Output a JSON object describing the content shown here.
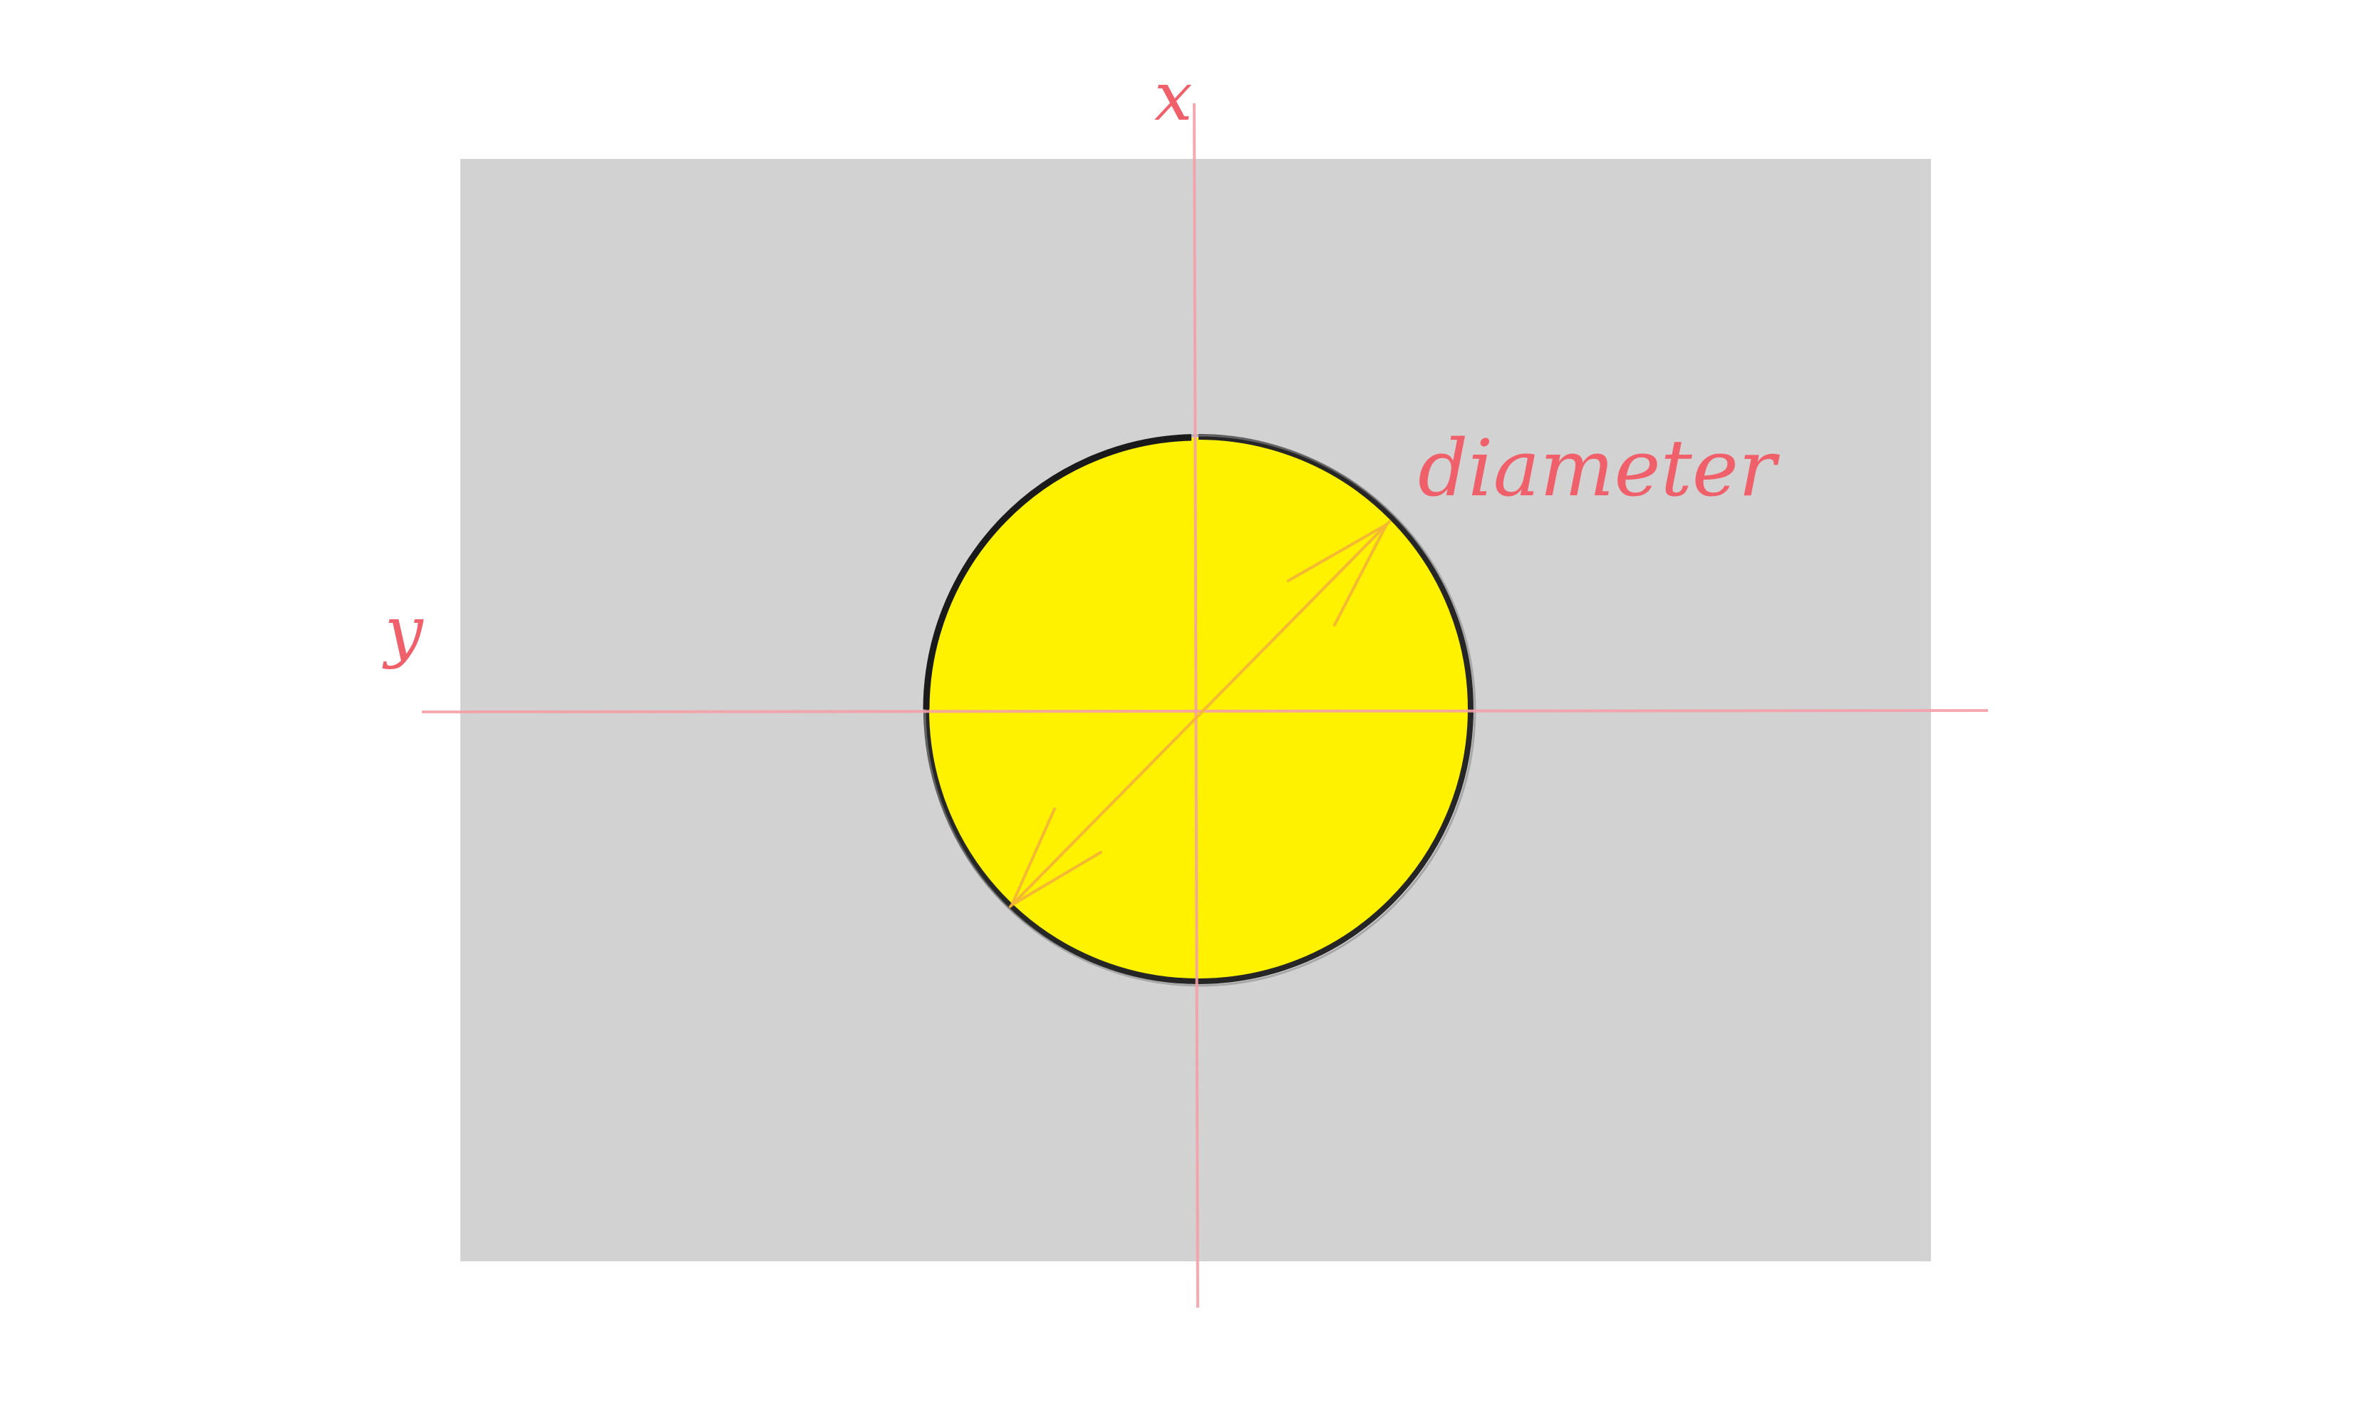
{
  "labels": {
    "x_axis": "x",
    "y_axis": "y",
    "dimension": "diameter"
  },
  "colors": {
    "background": "#ffffff",
    "plane": "#d2d2d2",
    "circle_fill": "#fff200",
    "circle_outline": "#262626",
    "axis_lines": "#f5a0a8",
    "label_text": "#f0606a",
    "arrow": "#f5b23a"
  }
}
